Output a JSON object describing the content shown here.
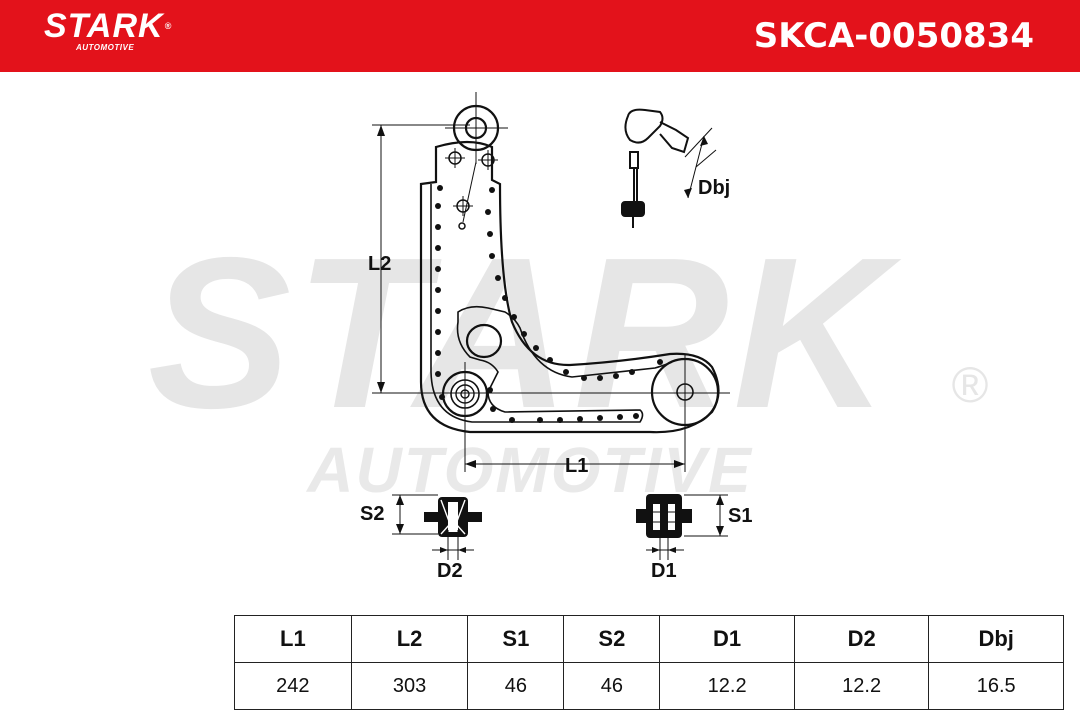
{
  "header": {
    "brand_name": "STARK",
    "brand_registered": "®",
    "brand_sub": "AUTOMOTIVE",
    "sku": "SKCA-0050834",
    "background_color": "#e3121b"
  },
  "watermark": {
    "brand": "STARK",
    "sub": "AUTOMOTIVE",
    "registered": "®"
  },
  "diagram": {
    "label_l1": "L1",
    "label_l2": "L2",
    "label_s1": "S1",
    "label_s2": "S2",
    "label_d1": "D1",
    "label_d2": "D2",
    "label_dbj": "Dbj"
  },
  "specs": {
    "headers": [
      "L1",
      "L2",
      "S1",
      "S2",
      "D1",
      "D2",
      "Dbj"
    ],
    "values": [
      "242",
      "303",
      "46",
      "46",
      "12.2",
      "12.2",
      "16.5"
    ]
  }
}
